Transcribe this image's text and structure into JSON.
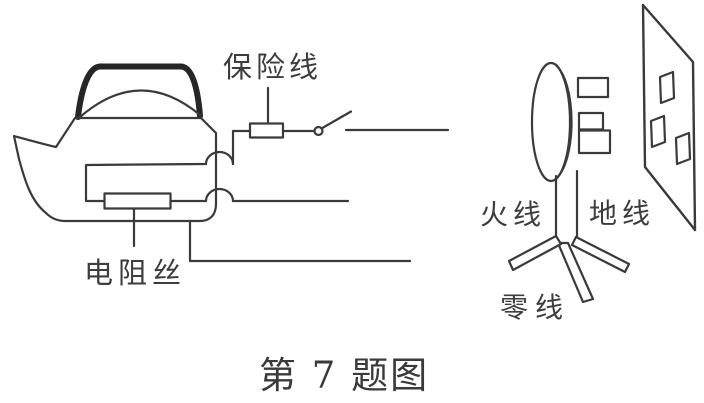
{
  "figure": {
    "caption": "第 7 题图",
    "labels": {
      "fuse_wire": "保险线",
      "resistance_wire": "电阻丝",
      "live_wire": "火线",
      "earth_wire": "地线",
      "neutral_wire": "零线"
    },
    "colors": {
      "line": "#3a3a3a",
      "handle": "#262626",
      "text": "#3d3d3d",
      "background": "#ffffff"
    }
  }
}
